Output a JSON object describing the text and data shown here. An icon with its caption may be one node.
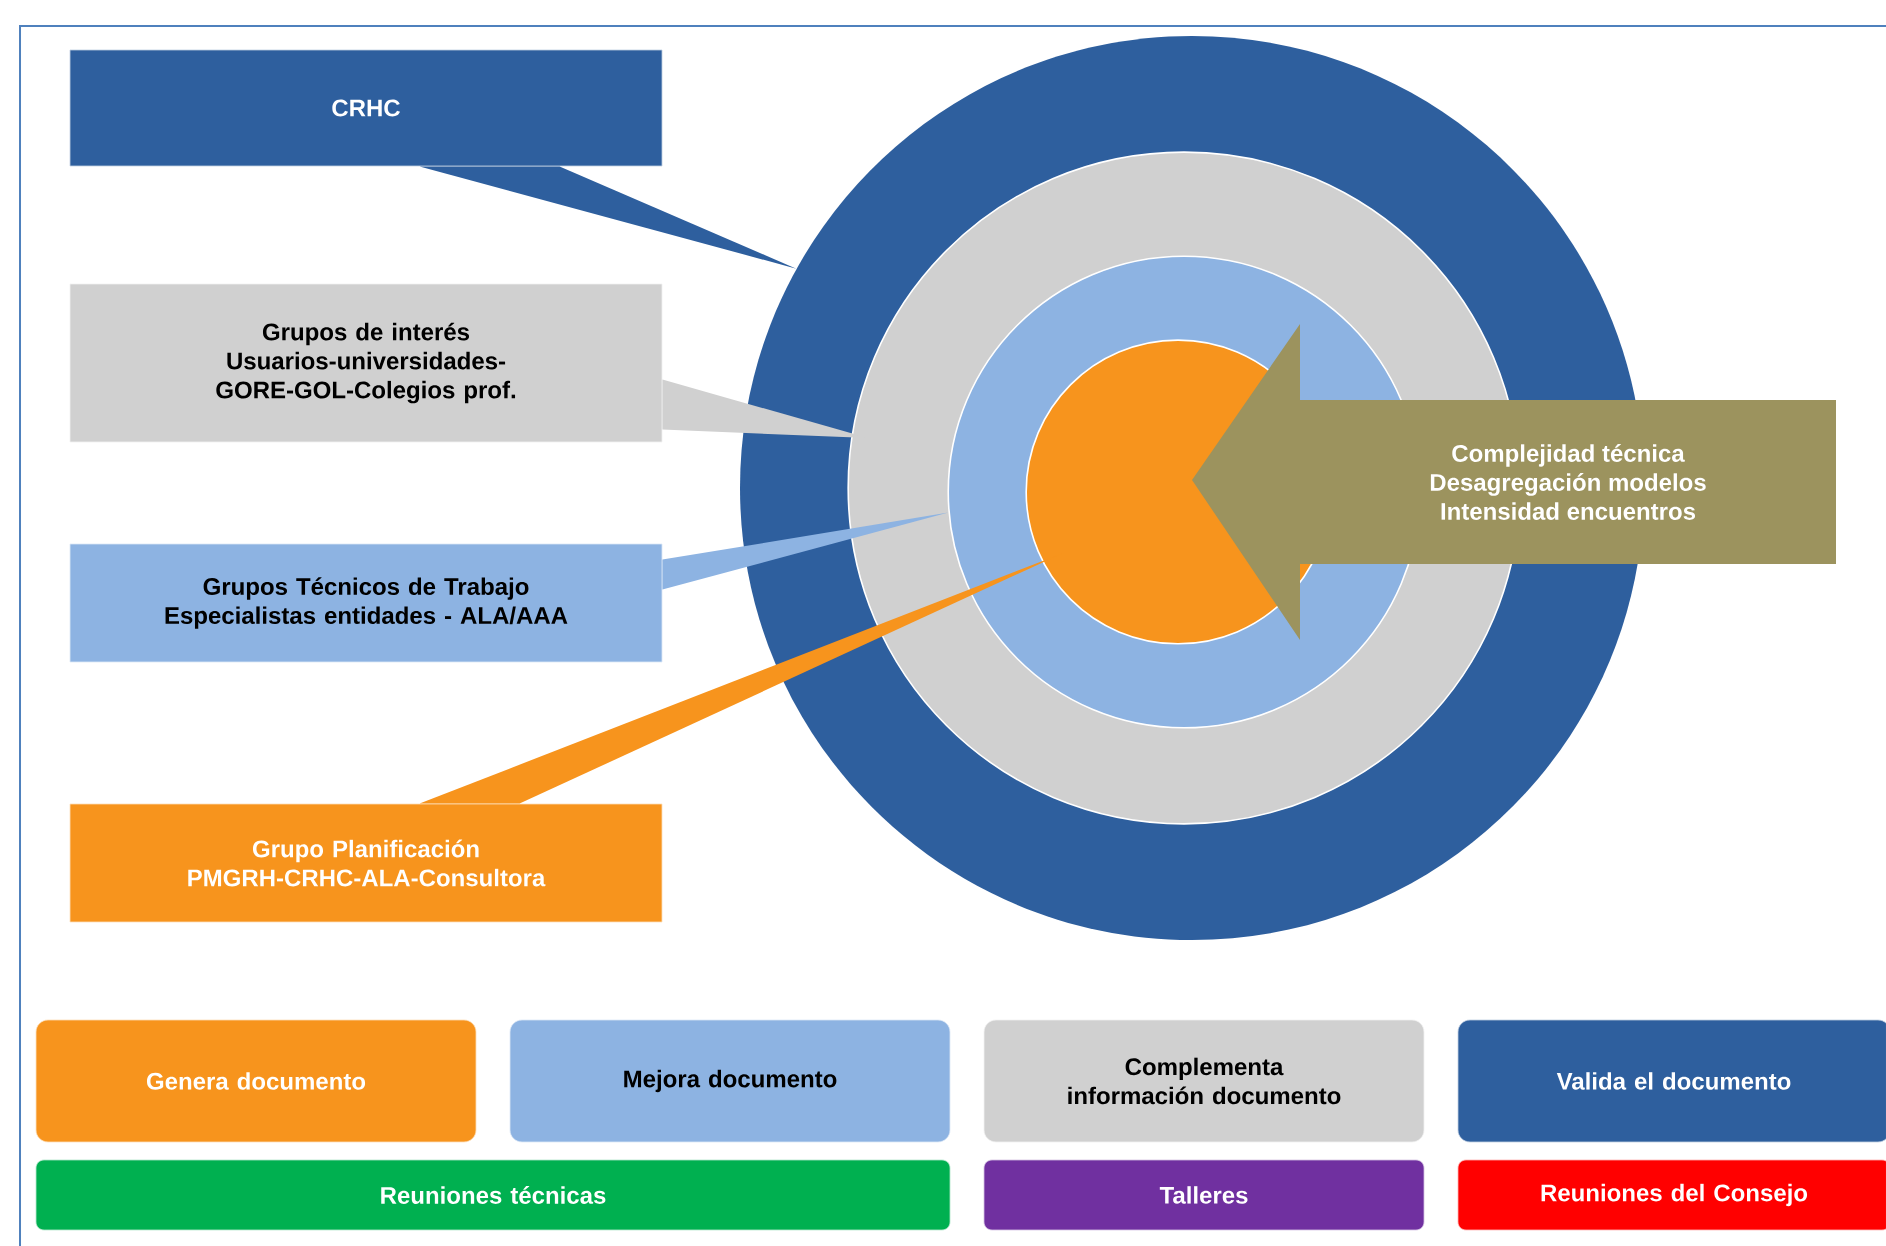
{
  "diagram": {
    "nodes": [
      {
        "text": [
          "CRHC"
        ]
      },
      {
        "text": [
          "Grupos de interés",
          "Usuarios-universidades-GORE-GOL-Colegios prof."
        ]
      },
      {
        "text": [
          "Grupos Técnicos de Trabajo",
          "Especialistas entidades - ALA/AAA"
        ]
      },
      {
        "text": [
          "Grupo Planificación",
          "PMGRH-CRHC-ALA-Consultora"
        ]
      },
      {
        "text": [],
        "shape": "circle"
      },
      {
        "text": [],
        "shape": "circle",
        "in": 4
      },
      {
        "text": [],
        "shape": "circle",
        "in": 5
      },
      {
        "text": [],
        "shape": "circle",
        "in": 6
      },
      {
        "text": [
          "Complejidad técnica",
          "Desagregación modelos",
          "Intensidad encuentros"
        ]
      },
      {
        "text": [
          "Genera documento"
        ]
      },
      {
        "text": [
          "Mejora documento"
        ]
      },
      {
        "text": [
          "Complementa información documento"
        ]
      },
      {
        "text": [
          "Valida el documento"
        ]
      },
      {
        "text": [
          "Reuniones técnicas"
        ]
      },
      {
        "text": [
          "Talleres"
        ]
      },
      {
        "text": [
          "Reuniones del Consejo"
        ]
      }
    ],
    "edges": [
      {
        "from": 0,
        "to": 4,
        "arrow": "none"
      },
      {
        "from": 1,
        "to": 5,
        "arrow": "none"
      },
      {
        "from": 2,
        "to": 6,
        "arrow": "none"
      },
      {
        "from": 3,
        "to": 7,
        "arrow": "none"
      }
    ]
  }
}
